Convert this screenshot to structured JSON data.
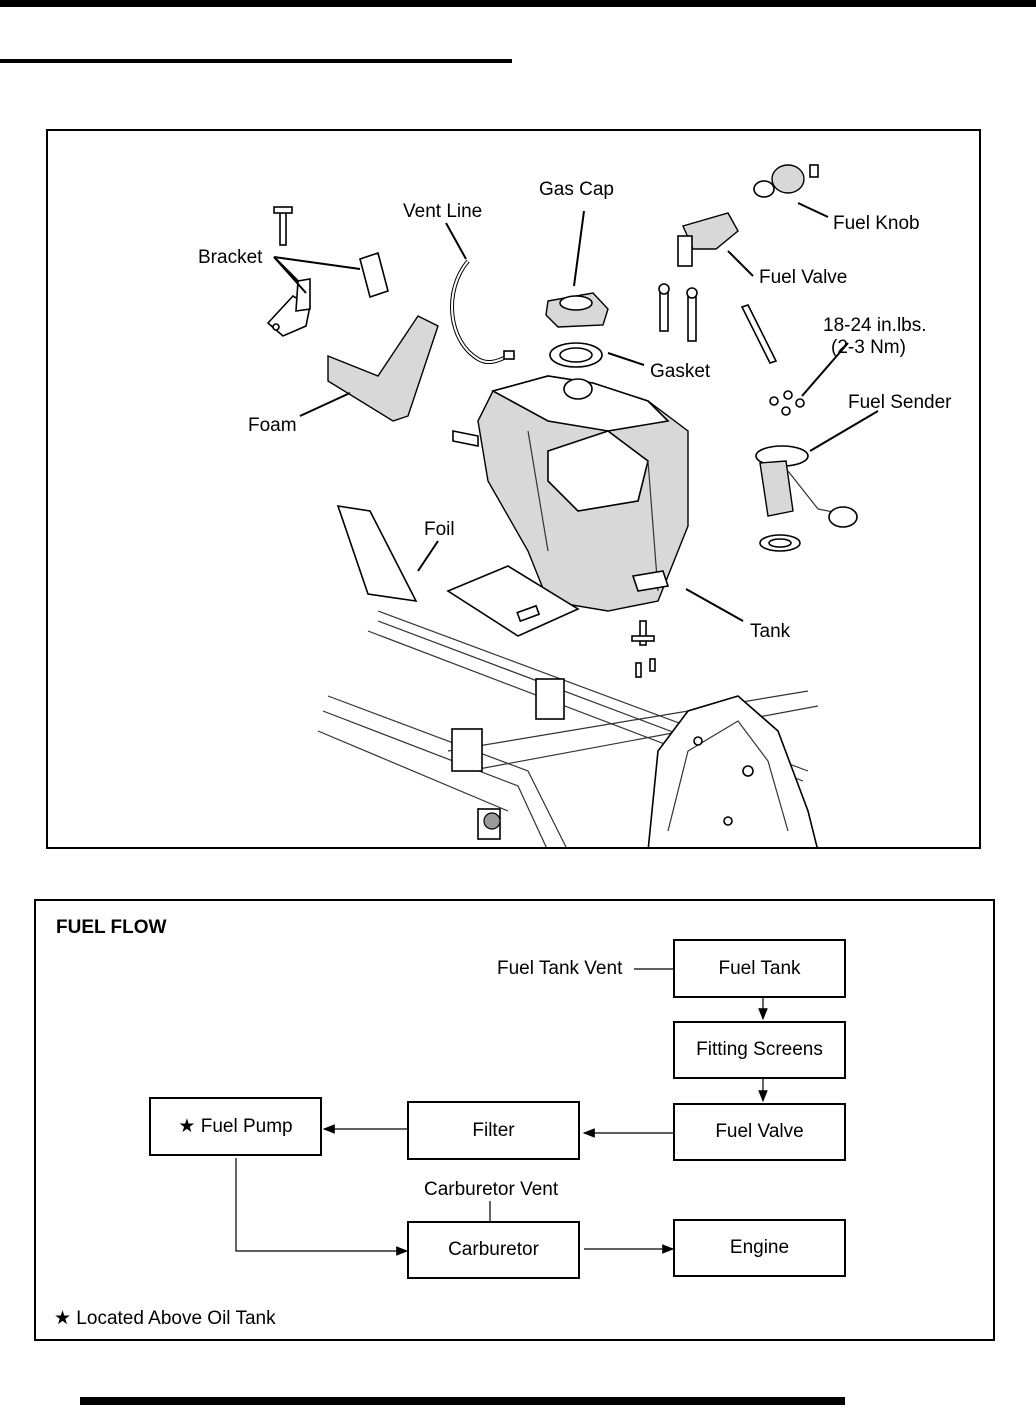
{
  "diagram": {
    "labels": {
      "gas_cap": "Gas Cap",
      "vent_line": "Vent Line",
      "fuel_knob": "Fuel Knob",
      "bracket": "Bracket",
      "fuel_valve": "Fuel Valve",
      "torque_line1": "18-24 in.lbs.",
      "torque_line2": "(2-3 Nm)",
      "gasket": "Gasket",
      "fuel_sender": "Fuel Sender",
      "foam": "Foam",
      "foil": "Foil",
      "tank": "Tank"
    }
  },
  "fuel_flow": {
    "title": "FUEL FLOW",
    "fuel_tank_vent": "Fuel Tank Vent",
    "carburetor_vent": "Carburetor Vent",
    "boxes": {
      "fuel_tank": "Fuel Tank",
      "fitting_screens": "Fitting Screens",
      "fuel_valve": "Fuel Valve",
      "filter": "Filter",
      "fuel_pump": "★ Fuel Pump",
      "carburetor": "Carburetor",
      "engine": "Engine"
    },
    "note": "★ Located Above Oil Tank"
  }
}
